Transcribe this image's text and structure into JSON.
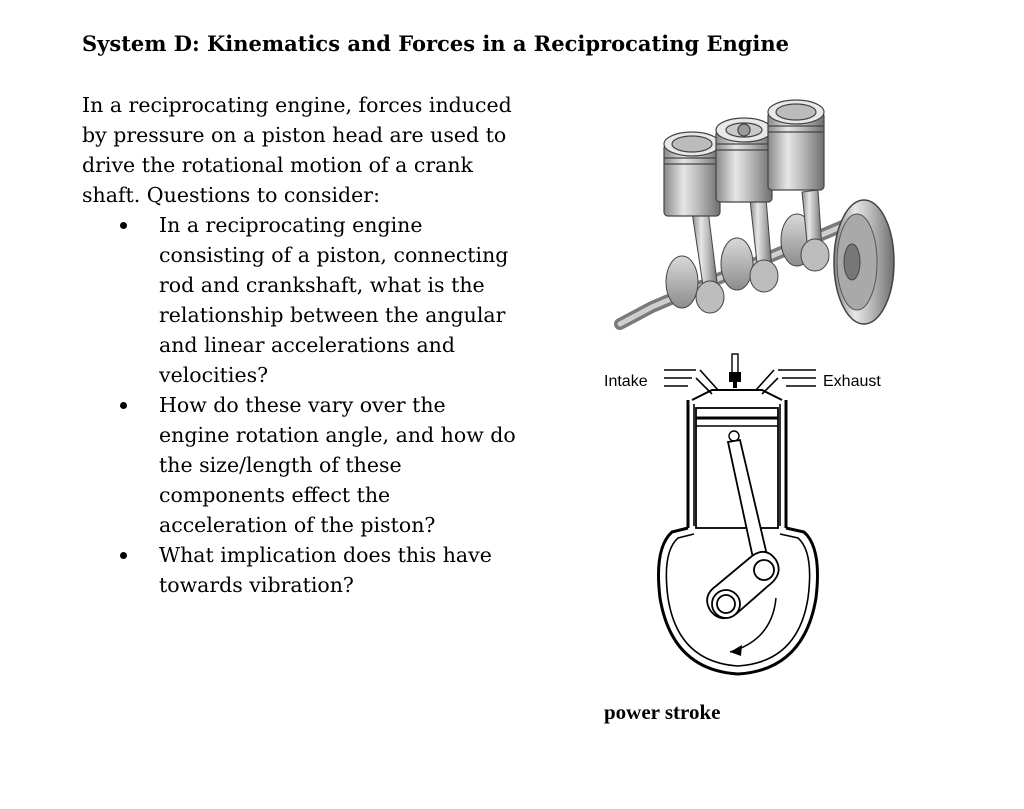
{
  "title": "System D: Kinematics and Forces in a Reciprocating Engine",
  "intro": "In a reciprocating engine, forces induced by pressure on a piston head are used to drive the rotational motion of a crank shaft. Questions to consider:",
  "bullets": [
    "In a reciprocating engine consisting of a piston, connecting rod and crankshaft, what is the relationship between the angular and linear accelerations and velocities?",
    "How do these vary over the engine rotation angle, and how do the size/length of these components effect the acceleration of the piston?",
    "What implication does this have towards vibration?"
  ],
  "diagram": {
    "intake_label": "Intake",
    "exhaust_label": "Exhaust",
    "caption": "power stroke"
  }
}
